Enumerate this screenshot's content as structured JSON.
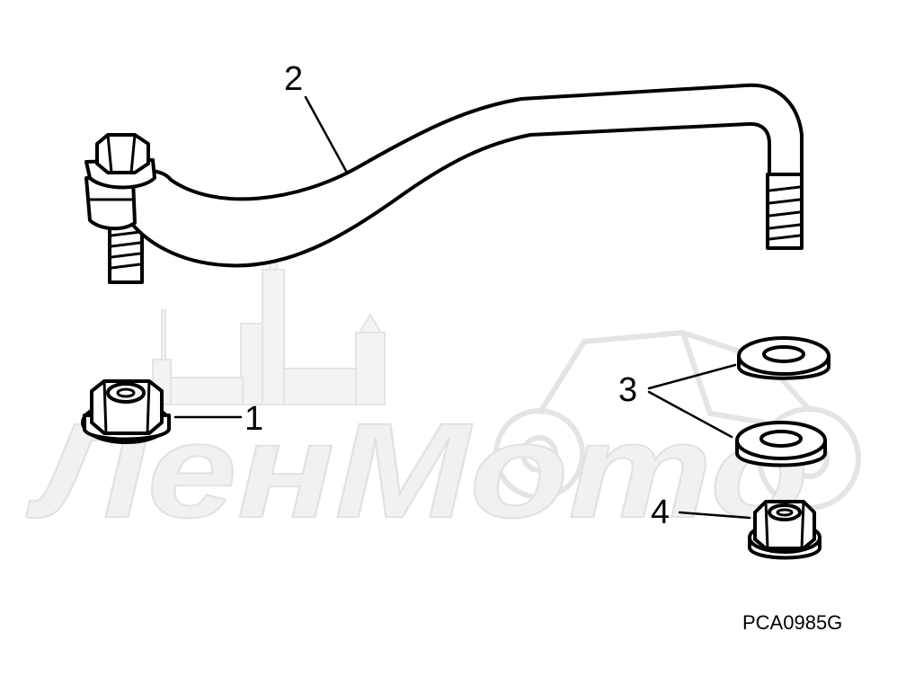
{
  "watermark": {
    "brand": "ЛенМото"
  },
  "callouts": {
    "c1": "1",
    "c2": "2",
    "c3": "3",
    "c4": "4"
  },
  "diagram_code": "PCA0985G",
  "parts": [
    {
      "number": "1",
      "icon": "flange-nut-icon"
    },
    {
      "number": "2",
      "icon": "bent-rod-icon"
    },
    {
      "number": "3",
      "icon": "washer-icon"
    },
    {
      "number": "4",
      "icon": "flange-nut-icon"
    }
  ]
}
